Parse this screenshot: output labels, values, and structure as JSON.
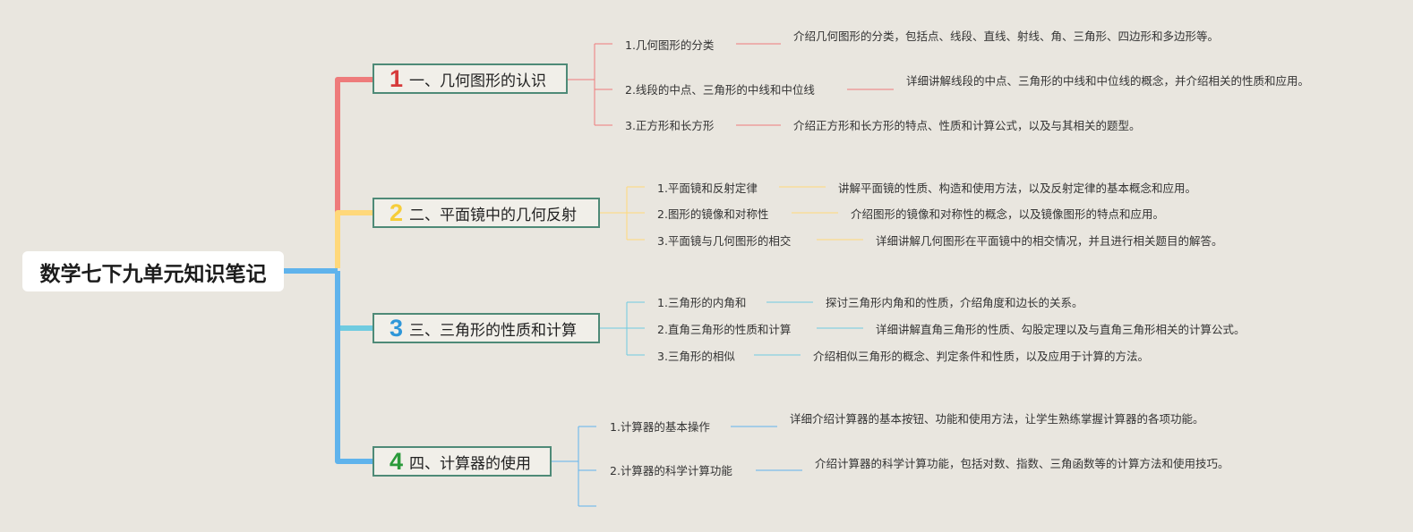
{
  "root": {
    "title": "数学七下九单元知识笔记"
  },
  "colors": {
    "background": "#e9e6df",
    "root_stem": "#5fb3ec",
    "branch_border": "#4e8a77",
    "branch1": "#ee7b7b",
    "branch2": "#ffd87a",
    "branch3": "#6fcbe0",
    "branch4": "#5fb3ec",
    "num1": "#d63a3a",
    "num2": "#f6cd3a",
    "num3": "#2f97d9",
    "num4": "#2a9a3a"
  },
  "branches": [
    {
      "num": "1",
      "title": "一、几何图形的认识",
      "children": [
        {
          "label": "1.几何图形的分类",
          "desc": "介绍几何图形的分类，包括点、线段、直线、射线、角、三角形、四边形和多边形等。"
        },
        {
          "label": "2.线段的中点、三角形的中线和中位线",
          "desc": "详细讲解线段的中点、三角形的中线和中位线的概念，并介绍相关的性质和应用。"
        },
        {
          "label": "3.正方形和长方形",
          "desc": "介绍正方形和长方形的特点、性质和计算公式，以及与其相关的题型。"
        }
      ]
    },
    {
      "num": "2",
      "title": "二、平面镜中的几何反射",
      "children": [
        {
          "label": "1.平面镜和反射定律",
          "desc": "讲解平面镜的性质、构造和使用方法，以及反射定律的基本概念和应用。"
        },
        {
          "label": "2.图形的镜像和对称性",
          "desc": "介绍图形的镜像和对称性的概念，以及镜像图形的特点和应用。"
        },
        {
          "label": "3.平面镜与几何图形的相交",
          "desc": "详细讲解几何图形在平面镜中的相交情况，并且进行相关题目的解答。"
        }
      ]
    },
    {
      "num": "3",
      "title": "三、三角形的性质和计算",
      "children": [
        {
          "label": "1.三角形的内角和",
          "desc": "探讨三角形内角和的性质，介绍角度和边长的关系。"
        },
        {
          "label": "2.直角三角形的性质和计算",
          "desc": "详细讲解直角三角形的性质、勾股定理以及与直角三角形相关的计算公式。"
        },
        {
          "label": "3.三角形的相似",
          "desc": "介绍相似三角形的概念、判定条件和性质，以及应用于计算的方法。"
        }
      ]
    },
    {
      "num": "4",
      "title": "四、计算器的使用",
      "children": [
        {
          "label": "1.计算器的基本操作",
          "desc": "详细介绍计算器的基本按钮、功能和使用方法，让学生熟练掌握计算器的各项功能。"
        },
        {
          "label": "2.计算器的科学计算功能",
          "desc": "介绍计算器的科学计算功能，包括对数、指数、三角函数等的计算方法和使用技巧。"
        }
      ]
    }
  ]
}
